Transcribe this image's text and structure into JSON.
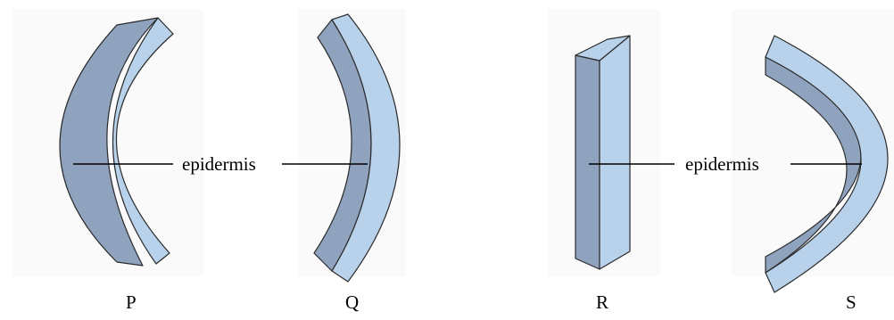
{
  "labels": {
    "left_pointer": "epidermis",
    "right_pointer": "epidermis"
  },
  "shapes": [
    {
      "letter": "P"
    },
    {
      "letter": "Q"
    },
    {
      "letter": "R"
    },
    {
      "letter": "S"
    }
  ],
  "colors": {
    "side_face": "#8fa3bf",
    "front_face": "#b9d2ec",
    "outline": "#2b2b2b"
  }
}
